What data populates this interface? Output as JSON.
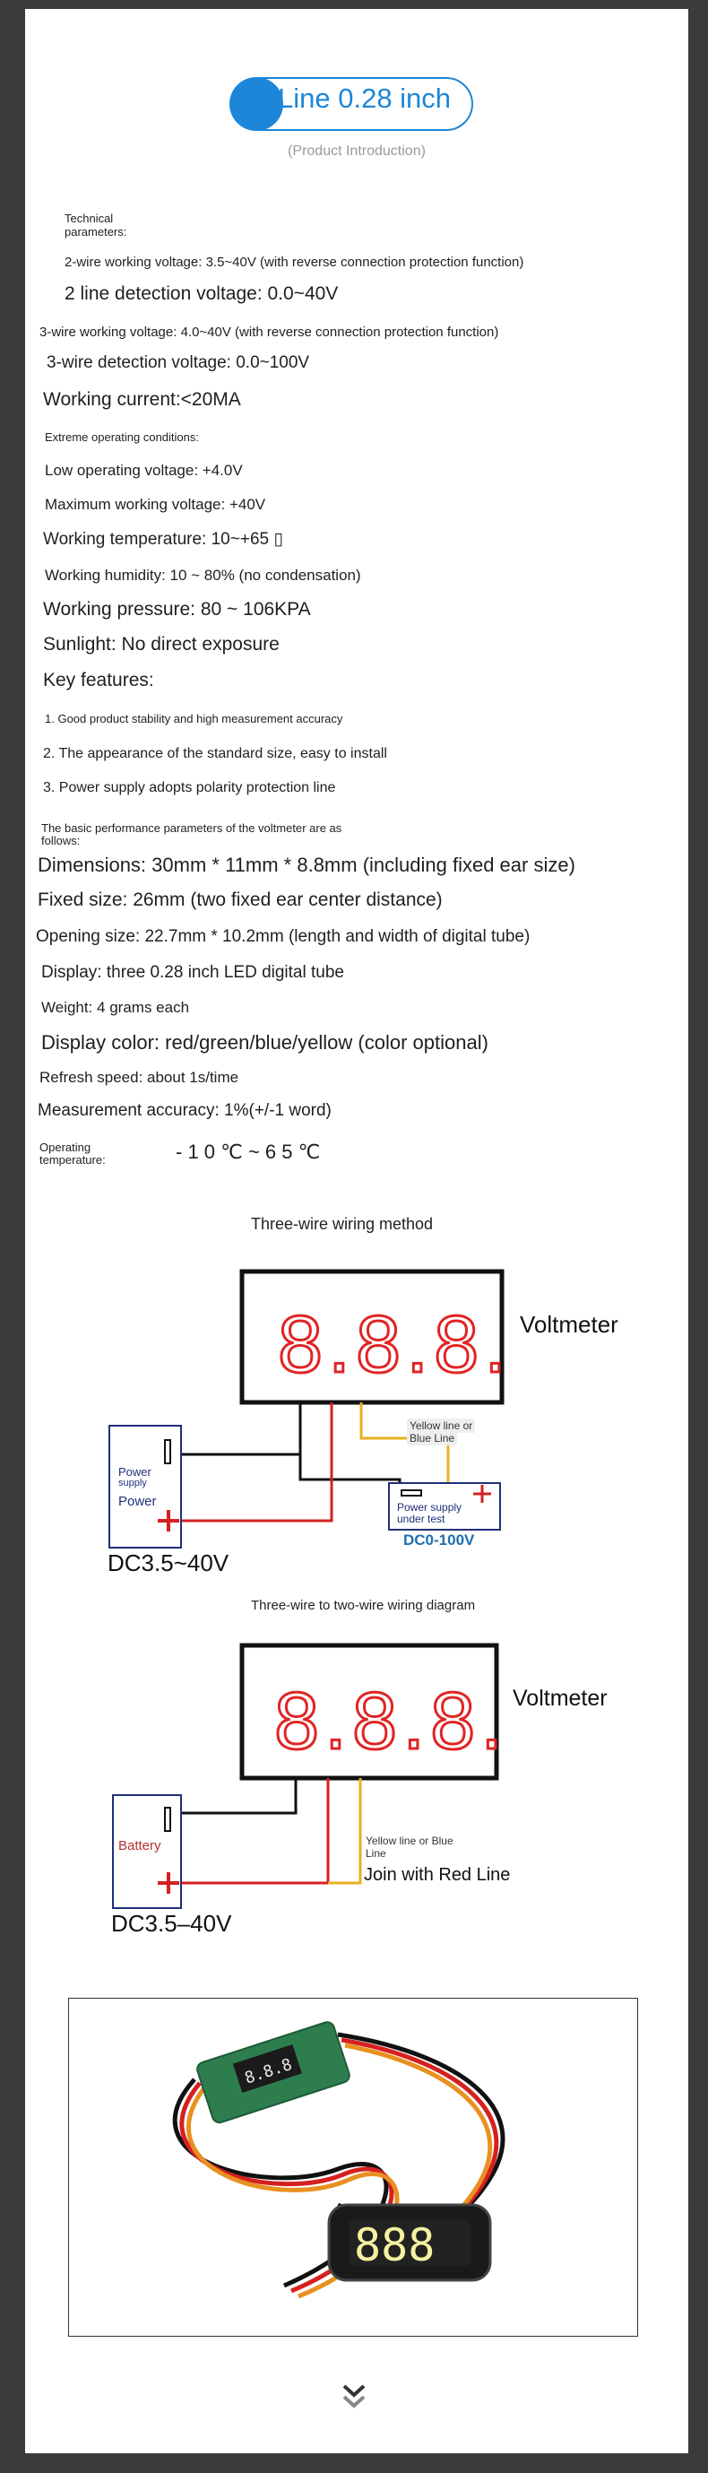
{
  "header": {
    "title": "Line 0.28 inch",
    "subtitle": "(Product Introduction)"
  },
  "specs": {
    "technical_label_1": "Technical",
    "technical_label_2": "parameters:",
    "two_wire_voltage": "2-wire working voltage: 3.5~40V (with reverse connection protection function)",
    "two_line_detection": "2 line detection voltage: 0.0~40V",
    "three_wire_voltage": "3-wire working voltage: 4.0~40V (with reverse connection protection function)",
    "three_wire_detection": "3-wire detection voltage: 0.0~100V",
    "working_current": "Working current:<20MA",
    "extreme_conditions": "Extreme operating conditions:",
    "low_voltage": "Low operating voltage: +4.0V",
    "max_voltage": "Maximum working voltage: +40V",
    "working_temperature": "Working temperature: 10~+65 ▯",
    "working_humidity": "Working humidity: 10 ~ 80% (no condensation)",
    "working_pressure": "Working pressure: 80 ~ 106KPA",
    "sunlight": "Sunlight: No direct exposure",
    "key_features": "Key features:",
    "feature_1": "1. Good product stability and high measurement accuracy",
    "feature_2": "2. The appearance of the standard size, easy to install",
    "feature_3": "3. Power supply adopts polarity protection line",
    "basic_params_1": "The basic performance parameters of the voltmeter are as",
    "basic_params_2": "follows:",
    "dimensions": "Dimensions: 30mm * 11mm * 8.8mm (including fixed ear size)",
    "fixed_size": "Fixed size: 26mm (two fixed ear center distance)",
    "opening_size": "Opening size: 22.7mm * 10.2mm (length and width of digital tube)",
    "display": "Display: three 0.28 inch LED digital tube",
    "weight": "Weight: 4 grams each",
    "display_color": "Display color: red/green/blue/yellow (color optional)",
    "refresh_speed": "Refresh speed: about 1s/time",
    "accuracy": "Measurement accuracy: 1%(+/-1 word)",
    "operating_temp_label_1": "Operating",
    "operating_temp_label_2": "temperature:",
    "operating_temp_value": "- 1 0 ℃ ~ 6 5 ℃"
  },
  "diagram_three_wire": {
    "caption": "Three-wire wiring method",
    "display_digits": "8.8.8.",
    "meter_label": "Voltmeter",
    "yellow_line_1": "Yellow line or",
    "yellow_line_2": "Blue Line",
    "power_label_1": "Power",
    "power_label_2": "supply",
    "power_label_3": "Power",
    "test_label_1": "Power supply",
    "test_label_2": "under test",
    "test_range": "DC0-100V",
    "supply_range": "DC3.5~40V"
  },
  "diagram_two_wire": {
    "caption": "Three-wire to two-wire wiring diagram",
    "display_digits": "8.8.8.",
    "meter_label": "Voltmeter",
    "yellow_line_1": "Yellow line or Blue",
    "yellow_line_2": "Line",
    "join_label": "Join with Red Line",
    "battery_label": "Battery",
    "supply_range": "DC3.5–40V"
  },
  "photo": {
    "rear_display": "8.8.8",
    "front_display": "888"
  },
  "colors": {
    "accent": "#1d86d8",
    "led_red": "#e02424",
    "wire_yellow": "#e8b020",
    "wire_red": "#d62020",
    "label_blue": "#1f6fb0"
  },
  "icons": {
    "scroll": "double-chevron-down-icon"
  }
}
